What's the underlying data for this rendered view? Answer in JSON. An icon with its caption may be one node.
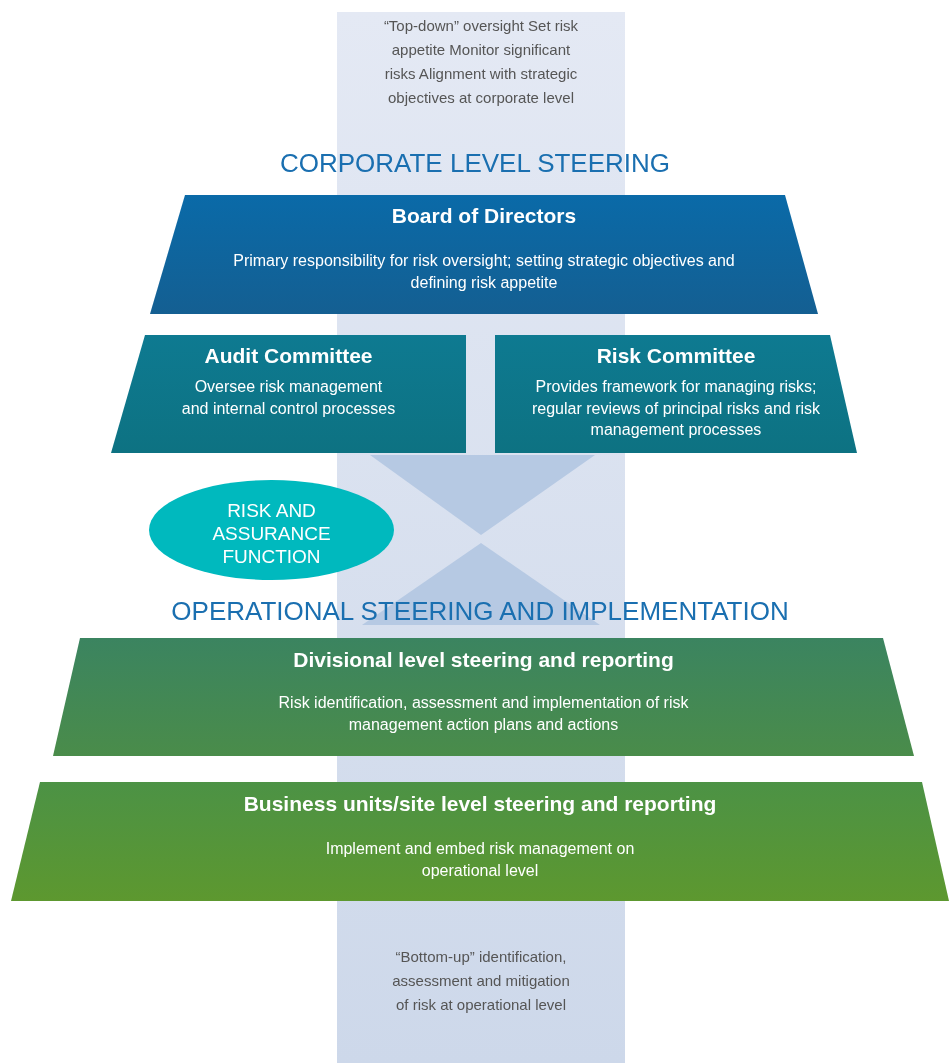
{
  "diagram": {
    "nodes": [
      {
        "text": [
          "Board of Directors",
          "Primary responsibility for risk oversight; setting strategic objectives and defining risk appetite"
        ]
      },
      {
        "text": [
          "Audit Committee",
          "Oversee risk management and internal control processes"
        ]
      },
      {
        "text": [
          "Risk Committee",
          "Provides framework for managing risks; regular reviews of principal risks and risk management processes"
        ]
      },
      {
        "text": [
          "RISK AND ASSURANCE FUNCTION"
        ]
      },
      {
        "text": [
          "Divisional level steering and reporting",
          "Risk identification, assessment and implementation of risk management action plans and actions"
        ]
      },
      {
        "text": [
          "Business units/site level steering and reporting",
          "Implement and embed risk management on operational level"
        ]
      }
    ],
    "labels": [
      "“Top-down” oversight Set risk appetite Monitor significant risks Alignment with strategic objectives at corporate level",
      "CORPORATE LEVEL STEERING",
      "OPERATIONAL STEERING AND IMPLEMENTATION",
      "“Bottom-up” identification, assessment and mitigation of risk at operational level"
    ]
  }
}
